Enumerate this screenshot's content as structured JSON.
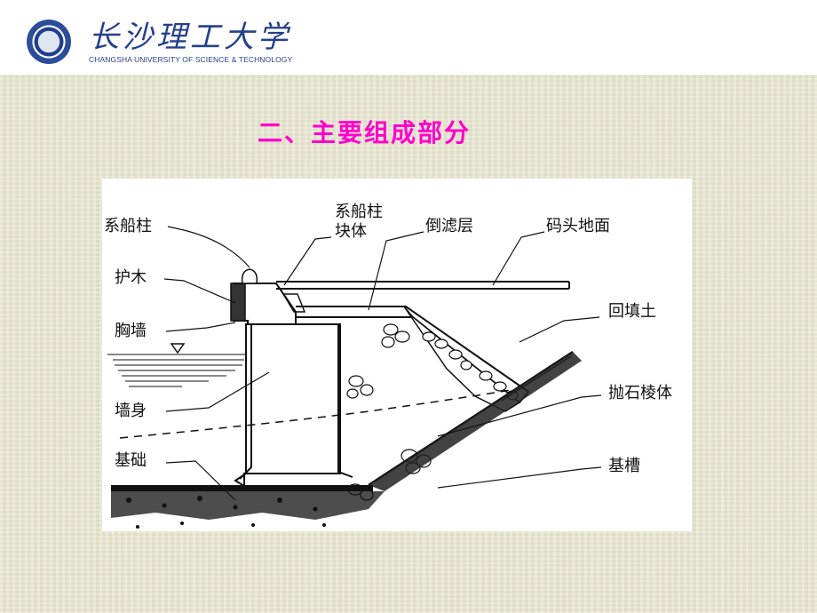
{
  "header": {
    "university_cn": "长沙理工大学",
    "university_en": "CHANGSHA UNIVERSITY OF SCIENCE & TECHNOLOGY"
  },
  "slide": {
    "title": "二、主要组成部分"
  },
  "diagram": {
    "labels": {
      "mooring_post": "系船柱",
      "mooring_post_block_l1": "系船柱",
      "mooring_post_block_l2": "块体",
      "inverted_filter": "倒滤层",
      "wharf_surface": "码头地面",
      "fender": "护木",
      "breast_wall": "胸墙",
      "backfill": "回填土",
      "wall_body": "墙身",
      "rubble_prism": "抛石棱体",
      "foundation": "基础",
      "foundation_trench": "基槽"
    }
  }
}
